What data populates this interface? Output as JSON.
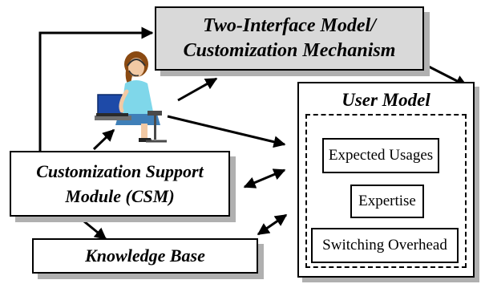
{
  "two_interface_model": {
    "line1": "Two-Interface Model/",
    "line2": "Customization Mechanism"
  },
  "csm": {
    "line1": "Customization Support",
    "line2": "Module (CSM)"
  },
  "knowledge_base": {
    "label": "Knowledge Base"
  },
  "user_model": {
    "title": "User Model",
    "components": [
      "Expected Usages",
      "Expertise",
      "Switching Overhead"
    ]
  },
  "colors": {
    "gray_box": "#d9d9d9",
    "shadow": "#b0b0b0",
    "line": "#000000"
  },
  "icons": {
    "user": "person-at-laptop-icon"
  }
}
